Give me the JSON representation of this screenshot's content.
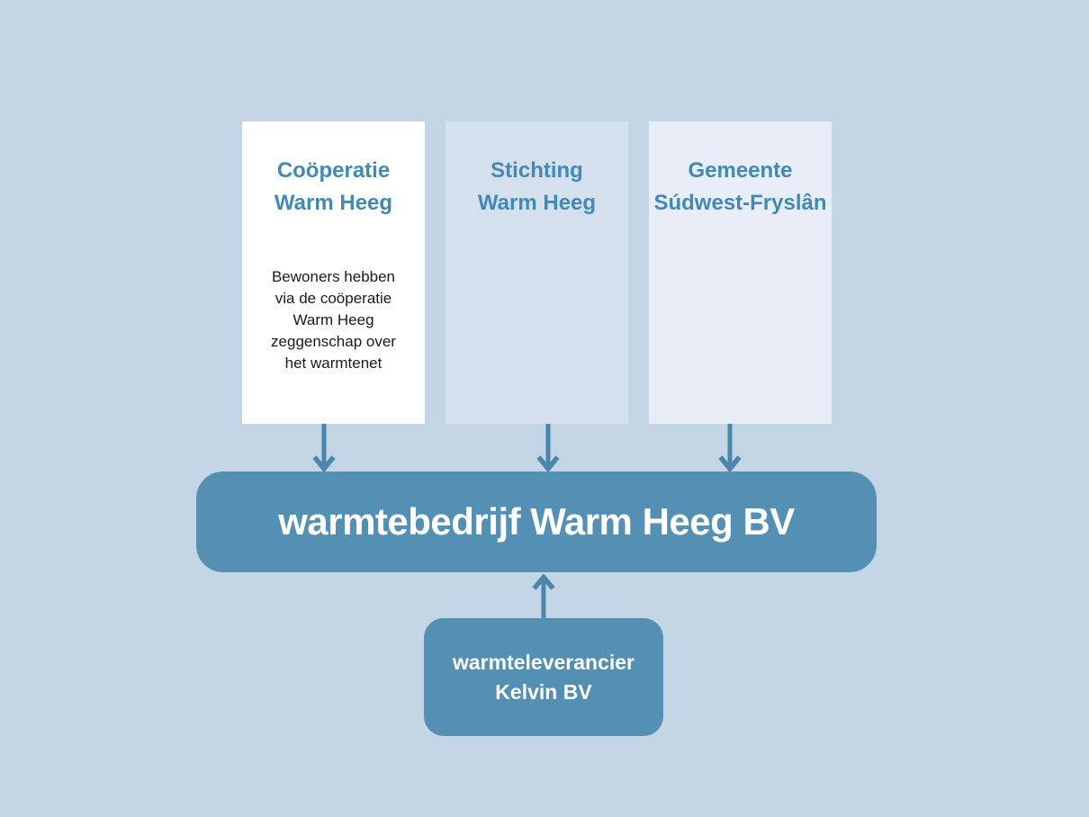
{
  "diagram": {
    "owners": [
      {
        "title": "Coöperatie\nWarm Heeg",
        "description": "Bewoners hebben\nvia de coöperatie\nWarm Heeg\nzeggenschap over\nhet warmtenet"
      },
      {
        "title": "Stichting\nWarm Heeg"
      },
      {
        "title": "Gemeente\nSúdwest-Fryslân"
      }
    ],
    "company": {
      "label": "warmtebedrijf Warm Heeg BV"
    },
    "supplier": {
      "label": "warmteleverancier\nKelvin BV"
    },
    "colors": {
      "background": "#c4d6e6",
      "owner_box_cooperatie": "#ffffff",
      "owner_box_stichting": "#d5e0ee",
      "owner_box_gemeente": "#e9edf7",
      "company_box": "#548fb4",
      "supplier_box": "#548fb4",
      "arrow": "#4d86ac",
      "heading_text": "#4389b6",
      "body_text": "#1a1a1a",
      "company_text": "#ffffff"
    }
  }
}
